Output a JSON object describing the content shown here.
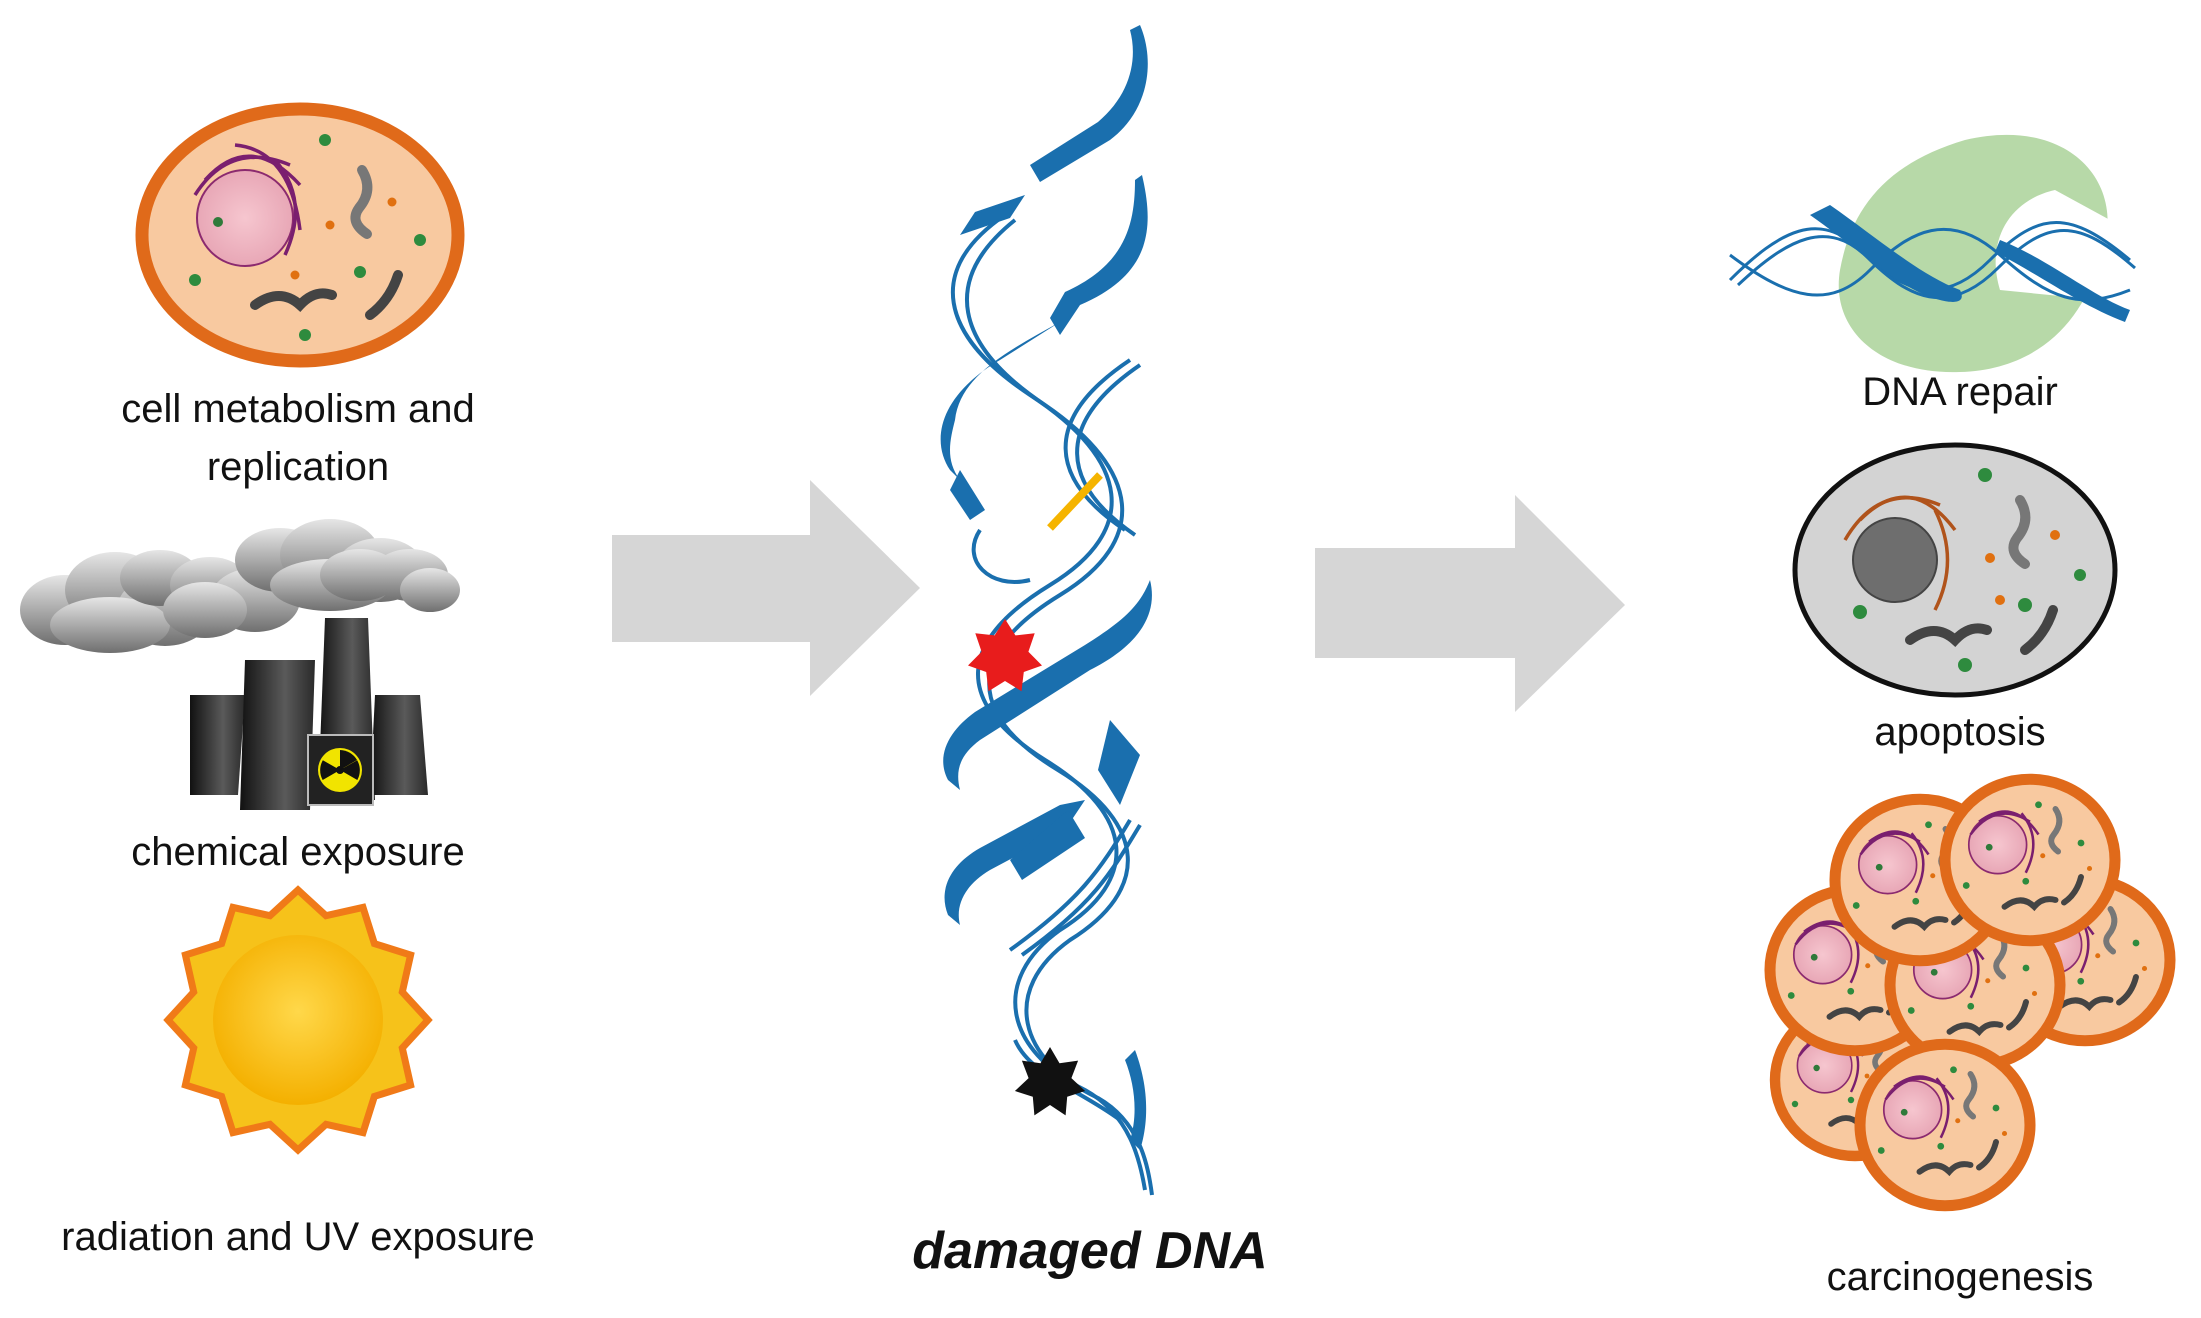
{
  "causes": [
    {
      "id": "metabolism",
      "label_line1": "cell metabolism and",
      "label_line2": "replication"
    },
    {
      "id": "chemical",
      "label": "chemical exposure"
    },
    {
      "id": "radiation",
      "label": "radiation and UV exposure"
    }
  ],
  "center": {
    "label": "damaged DNA"
  },
  "outcomes": [
    {
      "id": "repair",
      "label": "DNA repair"
    },
    {
      "id": "apoptosis",
      "label": "apoptosis"
    },
    {
      "id": "carcinogenesis",
      "label": "carcinogenesis"
    }
  ],
  "colors": {
    "cell_border": "#e06a1a",
    "cell_fill": "#f8c9a0",
    "dna_blue": "#1a6fae",
    "arrow_gray": "#d6d6d6",
    "sun": "#f5b800",
    "damage_red": "#e81c1c",
    "mismatch_yellow": "#f5b400",
    "repair_green": "#b7d9a8"
  }
}
